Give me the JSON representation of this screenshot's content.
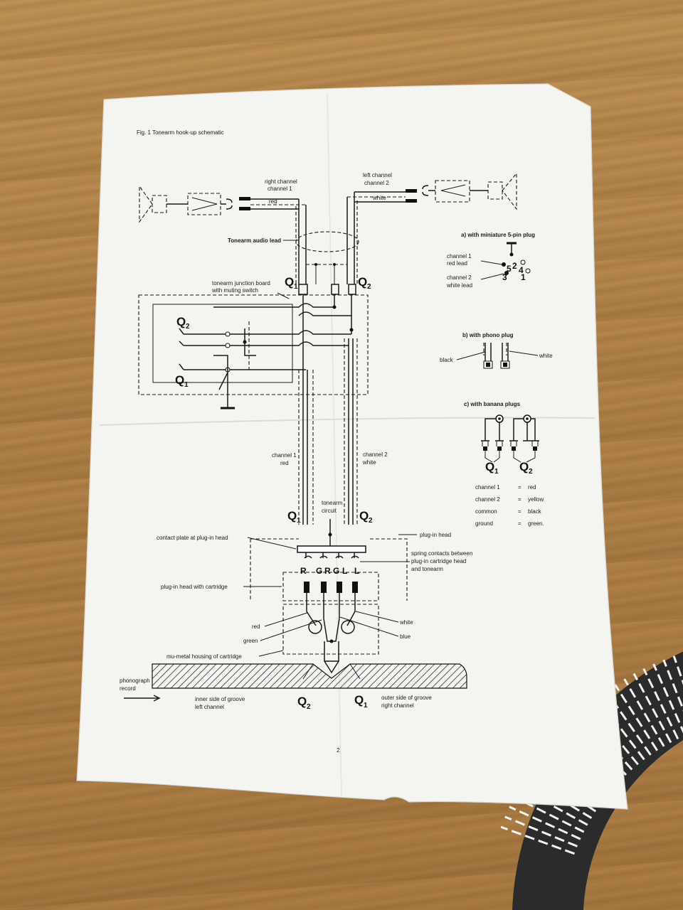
{
  "figure": {
    "title": "Fig. 1  Tonearm hook-up schematic",
    "page_number": "2"
  },
  "top": {
    "right_channel_line1": "right channel",
    "right_channel_line2": "channel 1",
    "right_wire": "red",
    "left_channel_line1": "left channel",
    "left_channel_line2": "channel 2",
    "left_wire": "white",
    "audio_lead": "Tonearm audio lead"
  },
  "junction": {
    "label_line1": "tonearm junction board",
    "label_line2": "with muting switch"
  },
  "q_labels": {
    "q1": "Q",
    "q2": "Q",
    "sub1": "1",
    "sub2": "2"
  },
  "tube": {
    "ch1_line1": "channel 1",
    "ch1_line2": "red",
    "ch2_line1": "channel 2",
    "ch2_line2": "white",
    "circuit_line1": "tonearm",
    "circuit_line2": "circuit"
  },
  "head": {
    "contact_plate": "contact plate at plug-in head",
    "plug_in_head": "plug-in head",
    "spring_line1": "spring contacts between",
    "spring_line2": "plug-in cartridge head",
    "spring_line3": "and tonearm",
    "contact_letters": [
      "R",
      "G",
      "R",
      "G",
      "L",
      "L"
    ],
    "with_cartridge": "plug-in head with cartridge",
    "red": "red",
    "green": "green",
    "white": "white",
    "blue": "blue",
    "mu_metal": "mu-metal housing of cartridge"
  },
  "groove": {
    "record_line1": "phonograph",
    "record_line2": "record",
    "inner_line1": "inner side of groove",
    "inner_line2": "left channel",
    "outer_line1": "outer side of groove",
    "outer_line2": "right channel"
  },
  "plug_a": {
    "title": "a)  with miniature 5-pin plug",
    "ch1_line1": "channel 1",
    "ch1_line2": "red lead",
    "ch2_line1": "channel 2",
    "ch2_line2": "white lead",
    "pins": [
      "5",
      "2",
      "4",
      "3",
      "1"
    ]
  },
  "plug_b": {
    "title": "b)  with phono plug",
    "black": "black",
    "white": "white"
  },
  "plug_c": {
    "title": "c)  with banana plugs",
    "legend": [
      {
        "name": "channel  1",
        "eq": "=",
        "color": "red"
      },
      {
        "name": "channel  2",
        "eq": "=",
        "color": "yellow"
      },
      {
        "name": "common",
        "eq": "=",
        "color": "black"
      },
      {
        "name": "ground",
        "eq": "=",
        "color": "green."
      }
    ]
  }
}
